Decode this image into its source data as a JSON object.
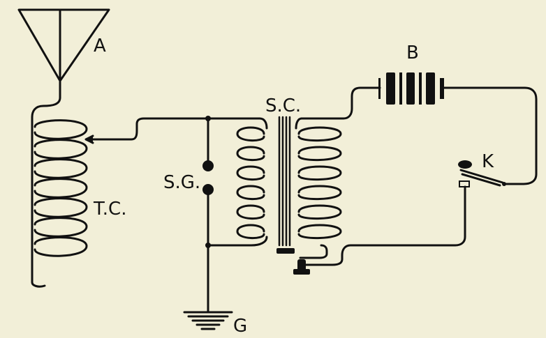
{
  "diagram": {
    "background": "#f2efd8",
    "ink": "#111111",
    "labels": {
      "antenna": "A",
      "battery": "B",
      "secondary_coil": "S.C.",
      "spark_gap": "S.G.",
      "tuning_coil": "T.C.",
      "key": "K",
      "ground": "G"
    }
  }
}
